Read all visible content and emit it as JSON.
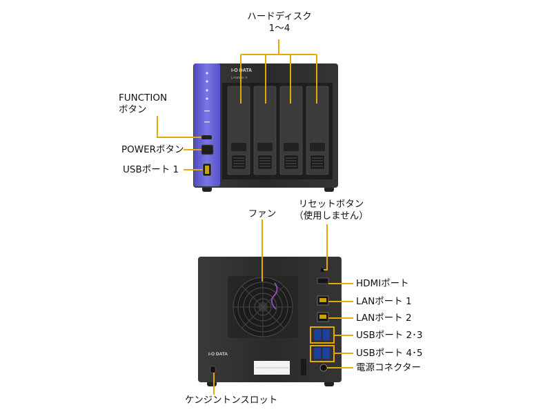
{
  "labels": {
    "hdd_line1": "ハードディスク",
    "hdd_line2": "1〜4",
    "function_line1": "FUNCTION",
    "function_line2": "ボタン",
    "power": "POWERボタン",
    "usb1": "USBポート 1",
    "fan": "ファン",
    "reset_line1": "リセットボタン",
    "reset_line2": "（使用しません）",
    "hdmi": "HDMIポート",
    "lan1": "LANポート 1",
    "lan2": "LANポート 2",
    "usb23": "USBポート 2･3",
    "usb45": "USBポート 4･5",
    "power_connector": "電源コネクター",
    "kensington": "ケンジントンスロット"
  },
  "device": {
    "brand": "I-O DATA",
    "model": "LANDISK X"
  },
  "colors": {
    "leader": "#e8a800",
    "chassis": "#2e2e2e",
    "front_panel": "#6e6ad8"
  }
}
